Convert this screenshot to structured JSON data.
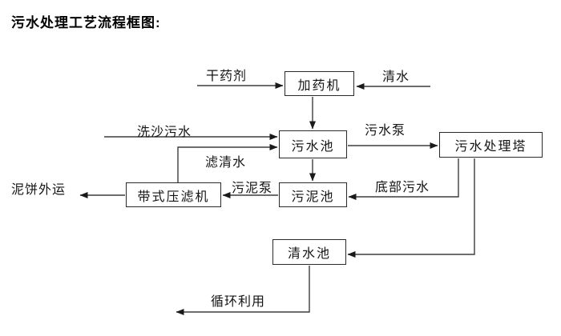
{
  "title": "污水处理工艺流程框图:",
  "colors": {
    "background": "#ffffff",
    "line": "#3d3d3d",
    "box_border": "#2a2a2a",
    "text": "#141414"
  },
  "diagram": {
    "nodes": [
      {
        "id": "dosing-machine",
        "label": "加药机"
      },
      {
        "id": "sewage-pool",
        "label": "污水池"
      },
      {
        "id": "sewage-treatment-tower",
        "label": "污水处理塔"
      },
      {
        "id": "belt-filter-press",
        "label": "带式压滤机"
      },
      {
        "id": "sludge-pool",
        "label": "污泥池"
      },
      {
        "id": "clean-water-pool",
        "label": "清水池"
      }
    ],
    "edge_labels": [
      {
        "id": "dry-agent",
        "label": "干药剂"
      },
      {
        "id": "clean-water-in",
        "label": "清水"
      },
      {
        "id": "sand-washing-sewage",
        "label": "洗沙污水"
      },
      {
        "id": "sewage-pump",
        "label": "污水泵"
      },
      {
        "id": "filtered-water",
        "label": "滤清水"
      },
      {
        "id": "mud-cake-out",
        "label": "泥饼外运"
      },
      {
        "id": "sludge-pump",
        "label": "污泥泵"
      },
      {
        "id": "bottom-sewage",
        "label": "底部污水"
      },
      {
        "id": "recycle-use",
        "label": "循环利用"
      }
    ]
  }
}
